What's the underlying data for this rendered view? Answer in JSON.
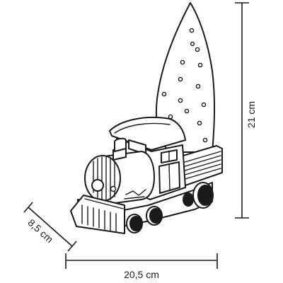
{
  "dimensions": {
    "height_label": "21 cm",
    "width_label": "20,5 cm",
    "depth_label": "8,5 cm"
  },
  "colors": {
    "line": "#1a1a1a",
    "background": "#ffffff"
  }
}
